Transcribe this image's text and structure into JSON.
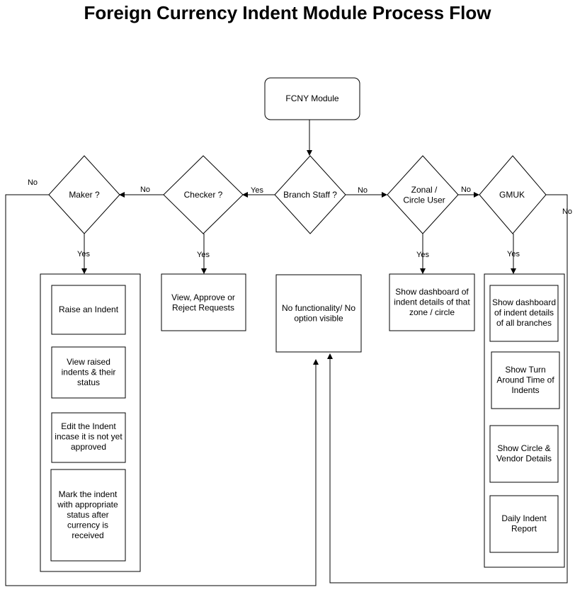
{
  "title": "Foreign Currency Indent Module Process Flow",
  "nodes": {
    "fcny_module": "FCNY Module",
    "branch_staff": "Branch Staff ?",
    "checker": "Checker ?",
    "maker": "Maker ?",
    "zonal": [
      "Zonal /",
      "Circle User"
    ],
    "gmuk": "GMUK",
    "checker_action": [
      "View, Approve or",
      "Reject Requests"
    ],
    "no_functionality": [
      "No functionality/ No",
      "option visible"
    ],
    "zonal_dashboard": [
      "Show dashboard of",
      "indent details of that",
      "zone / circle"
    ],
    "maker_raise": "Raise an Indent",
    "maker_view": [
      "View raised",
      "indents & their",
      "status"
    ],
    "maker_edit": [
      "Edit the Indent",
      "incase it is not yet",
      "approved"
    ],
    "maker_mark": [
      "Mark the indent",
      "with appropriate",
      "status after",
      "currency is",
      "received"
    ],
    "gmuk_dashboard": [
      "Show dashboard",
      "of indent details",
      "of all branches"
    ],
    "gmuk_tat": [
      "Show Turn",
      "Around Time of",
      "Indents"
    ],
    "gmuk_circle": [
      "Show Circle &",
      "Vendor Details"
    ],
    "gmuk_daily": [
      "Daily Indent",
      "Report"
    ]
  },
  "edge_labels": {
    "branch_to_checker": "Yes",
    "branch_to_zonal": "No",
    "checker_to_maker": "No",
    "maker_no": "No",
    "zonal_to_gmuk": "No",
    "gmuk_no": "No",
    "maker_yes": "Yes",
    "checker_yes": "Yes",
    "zonal_yes": "Yes",
    "gmuk_yes": "Yes"
  }
}
